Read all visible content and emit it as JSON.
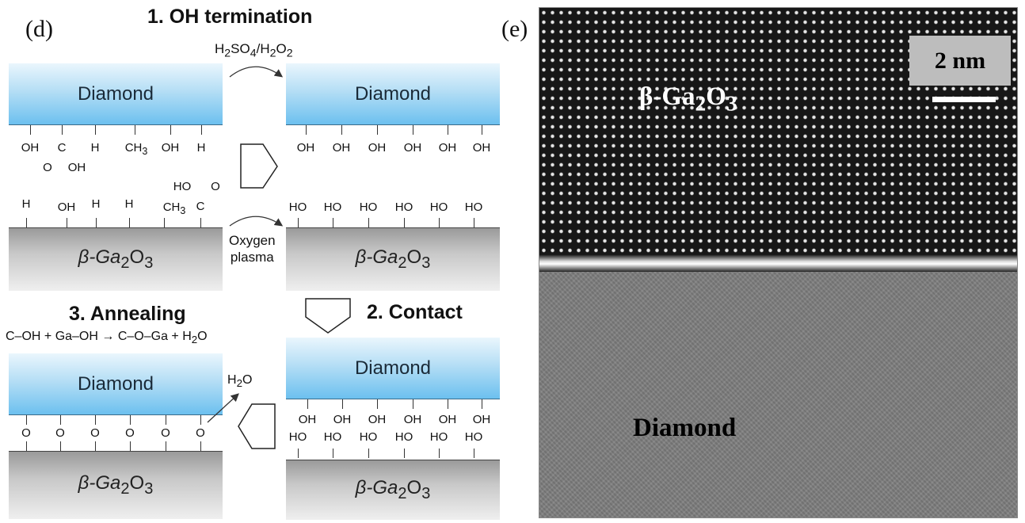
{
  "panels": {
    "d_label": "(d)",
    "e_label": "(e)"
  },
  "steps": {
    "step1_title": "1. OH termination",
    "step2_title": "2. Contact",
    "step3_title": "3. Annealing"
  },
  "reagents": {
    "acid_pre": "H",
    "acid_s1": "2",
    "acid_mid1": "SO",
    "acid_s2": "4",
    "acid_mid2": "/H",
    "acid_s3": "2",
    "acid_mid3": "O",
    "acid_s4": "2",
    "plasma_line1": "Oxygen",
    "plasma_line2": "plasma",
    "reaction_pre": "C–OH + Ga–OH → C–O–Ga + H",
    "reaction_sub": "2",
    "reaction_post": "O",
    "water_pre": "H",
    "water_sub": "2",
    "water_post": "O"
  },
  "materials": {
    "diamond": "Diamond",
    "ga_prefix": "β-Ga",
    "ga_sub1": "2",
    "ga_mid": "O",
    "ga_sub2": "3"
  },
  "groups": {
    "oh": "OH",
    "ho": "HO",
    "h": "H",
    "o": "O",
    "c": "C",
    "ch": "CH",
    "ch_sub": "3"
  },
  "tem": {
    "scale_label": "2 nm",
    "ga_prefix": "β-Ga",
    "ga_sub1": "2",
    "ga_mid": "O",
    "ga_sub2": "3",
    "diamond_label": "Diamond"
  }
}
